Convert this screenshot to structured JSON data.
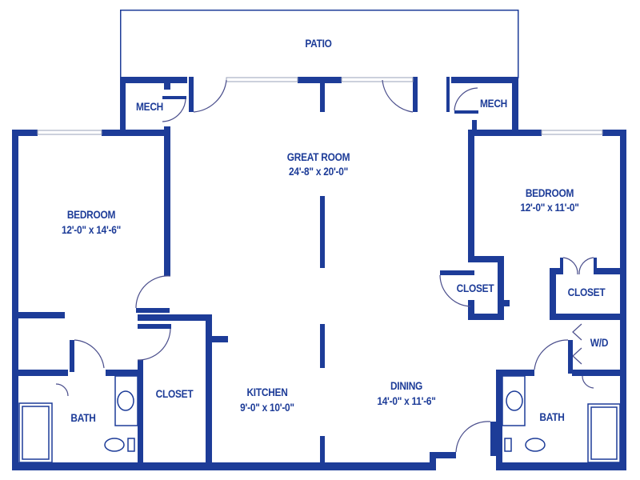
{
  "colors": {
    "wall": "#1d3c98",
    "text": "#1d3c98"
  },
  "rooms": {
    "patio": {
      "name": "PATIO"
    },
    "mech_left": {
      "name": "MECH"
    },
    "mech_right": {
      "name": "MECH"
    },
    "great_room": {
      "name": "GREAT ROOM",
      "size": "24'-8\" x 20'-0\""
    },
    "bedroom_left": {
      "name": "BEDROOM",
      "size": "12'-0\" x 14'-6\""
    },
    "bedroom_right": {
      "name": "BEDROOM",
      "size": "12'-0\" x 11'-0\""
    },
    "closet_center_right": {
      "name": "CLOSET"
    },
    "closet_right": {
      "name": "CLOSET"
    },
    "closet_left": {
      "name": "CLOSET"
    },
    "wd": {
      "name": "W/D"
    },
    "bath_left": {
      "name": "BATH"
    },
    "bath_right": {
      "name": "BATH"
    },
    "kitchen": {
      "name": "KITCHEN",
      "size": "9'-0\" x 10'-0\""
    },
    "dining": {
      "name": "DINING",
      "size": "14'-0\" x 11'-6\""
    }
  }
}
